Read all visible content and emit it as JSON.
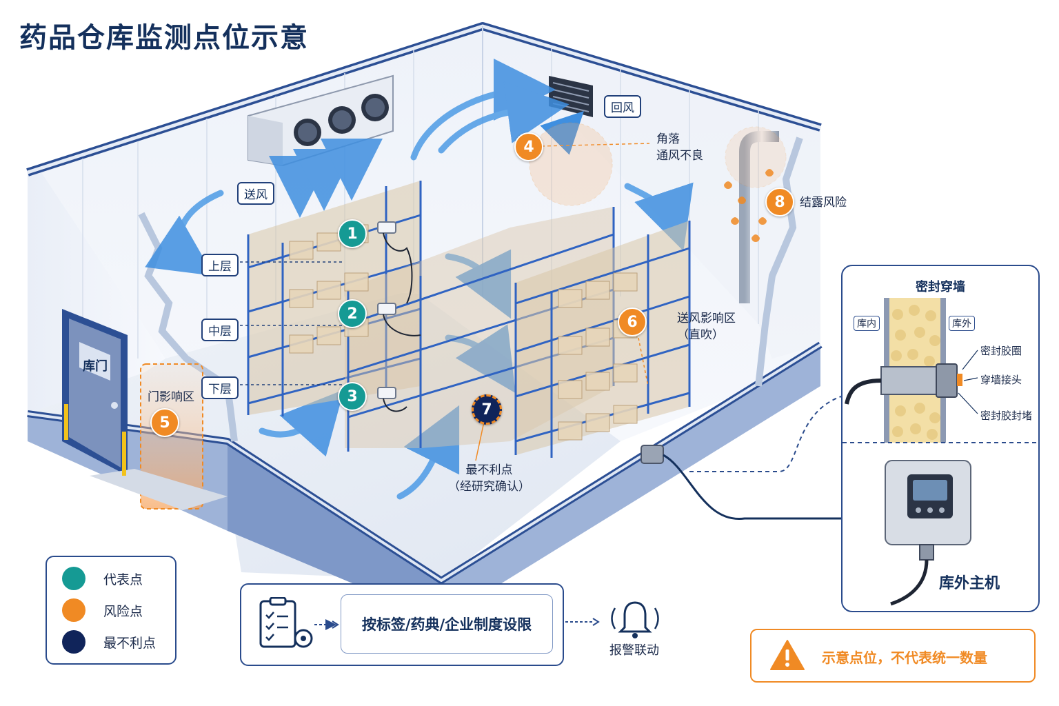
{
  "title": "药品仓库监测点位示意",
  "airflow": {
    "supply": "送风",
    "return": "回风"
  },
  "levels": {
    "upper": "上层",
    "middle": "中层",
    "lower": "下层"
  },
  "door": {
    "label": "库门",
    "zone": "门影响区"
  },
  "points": [
    {
      "n": "1",
      "kind": "representative"
    },
    {
      "n": "2",
      "kind": "representative"
    },
    {
      "n": "3",
      "kind": "representative"
    },
    {
      "n": "4",
      "kind": "risk",
      "label_line1": "角落",
      "label_line2": "通风不良"
    },
    {
      "n": "5",
      "kind": "risk"
    },
    {
      "n": "6",
      "kind": "risk",
      "label_line1": "送风影响区",
      "label_line2": "（直吹）"
    },
    {
      "n": "7",
      "kind": "worst",
      "label_line1": "最不利点",
      "label_line2": "（经研究确认）"
    },
    {
      "n": "8",
      "kind": "risk",
      "label_line1": "结露风险"
    }
  ],
  "legend": {
    "representative": "代表点",
    "risk": "风险点",
    "worst": "最不利点"
  },
  "flow": {
    "limit_text": "按标签/药典/企业制度设限",
    "alarm": "报警联动"
  },
  "detail_panel": {
    "title": "密封穿墙",
    "inside": "库内",
    "outside": "库外",
    "parts": [
      "密封胶圈",
      "穿墙接头",
      "密封胶封堵"
    ],
    "host": "库外主机"
  },
  "warning": "示意点位，不代表统一数量",
  "colors": {
    "teal": "#159a94",
    "orange": "#f08a24",
    "navy": "#10245a",
    "frame": "#2a4b8c"
  }
}
